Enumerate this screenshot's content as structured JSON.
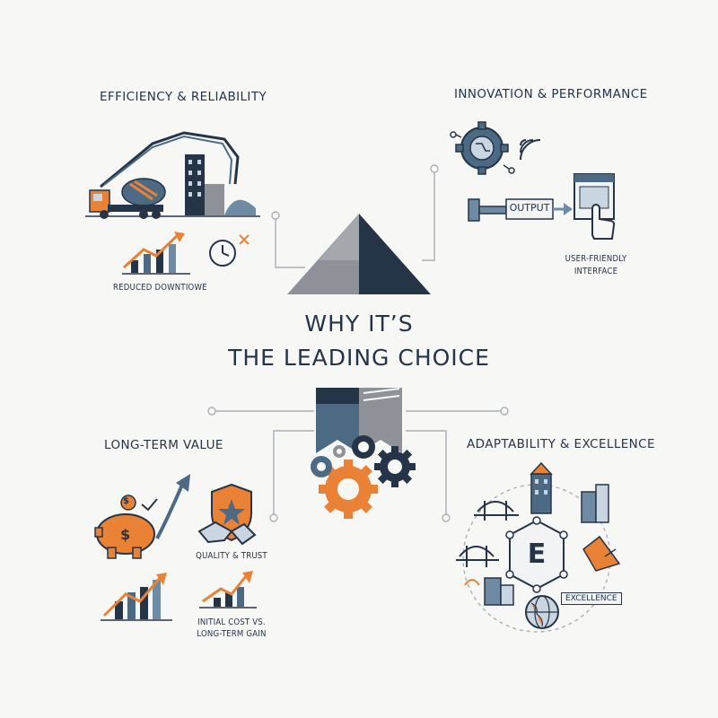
{
  "title": {
    "line1": "WHY IT’S",
    "line2": "THE LEADING CHOICE"
  },
  "sections": {
    "efficiency": {
      "heading": "EFFICIENCY & RELIABILITY",
      "caption": "REDUCED DOWNTIOWE"
    },
    "innovation": {
      "heading": "INNOVATION & PERFORMANCE",
      "output_label": "OUTPUT",
      "caption_line1": "USER-FRIENDLY",
      "caption_line2": "INTERFACE"
    },
    "long_term": {
      "heading": "LONG-TERM VALUE",
      "quality_label": "QUALITY & TRUST",
      "cost_line1": "INITIAL COST VS.",
      "cost_line2": "LONG-TERM GAIN",
      "currency_symbol": "$"
    },
    "adaptability": {
      "heading": "ADAPTABILITY & EXCELLENCE",
      "center_letter": "E",
      "excellence_label": "EXCELLENCE"
    }
  },
  "colors": {
    "navy": "#263447",
    "slate": "#4d6a85",
    "steel": "#6f8aa3",
    "orange": "#ea8236",
    "gray": "#8e9298",
    "light_gray": "#c9cdd1",
    "background": "#f7f7f5"
  },
  "icons": [
    "concrete-pump-truck-icon",
    "building-icon",
    "growth-chart-icon",
    "clock-icon",
    "gear-chip-icon",
    "wifi-icon",
    "output-piston-icon",
    "touch-screen-icon",
    "piggy-bank-icon",
    "shield-star-icon",
    "handshake-icon",
    "gears-icon",
    "bridge-icon",
    "globe-icon",
    "city-icon"
  ]
}
